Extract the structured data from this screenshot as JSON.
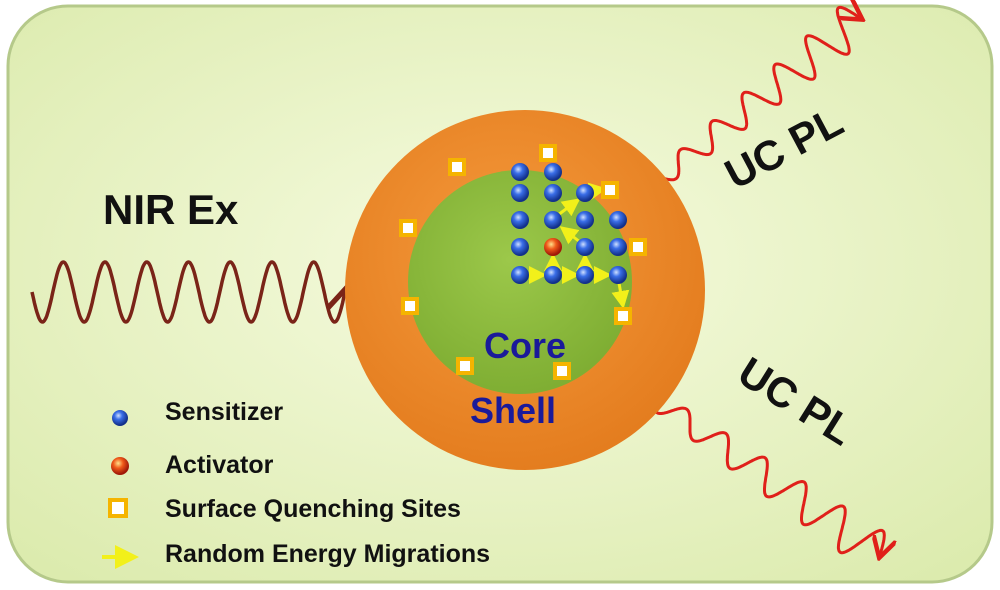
{
  "labels": {
    "nir_ex": "NIR Ex",
    "uc_pl_top": "UC PL",
    "uc_pl_bottom": "UC PL",
    "core": "Core",
    "shell": "Shell"
  },
  "legend": [
    {
      "label": "Sensitizer",
      "icon": "blue-sphere-icon"
    },
    {
      "label": "Activator",
      "icon": "red-sphere-icon"
    },
    {
      "label": "Surface Quenching Sites",
      "icon": "yellow-square-icon"
    },
    {
      "label": "Random Energy Migrations",
      "icon": "yellow-arrow-icon"
    }
  ],
  "colors": {
    "background": "#eef5c8",
    "shell": "#f08a2c",
    "core": "#8dbb3c",
    "sensitizer": "#2f5fd8",
    "activator": "#e8401a",
    "quenching_site": "#f5b400",
    "migration_arrow": "#f2f01a",
    "nir_wave": "#7a2418",
    "uc_wave": "#e0201a",
    "label_text": "#1a1a9a"
  }
}
